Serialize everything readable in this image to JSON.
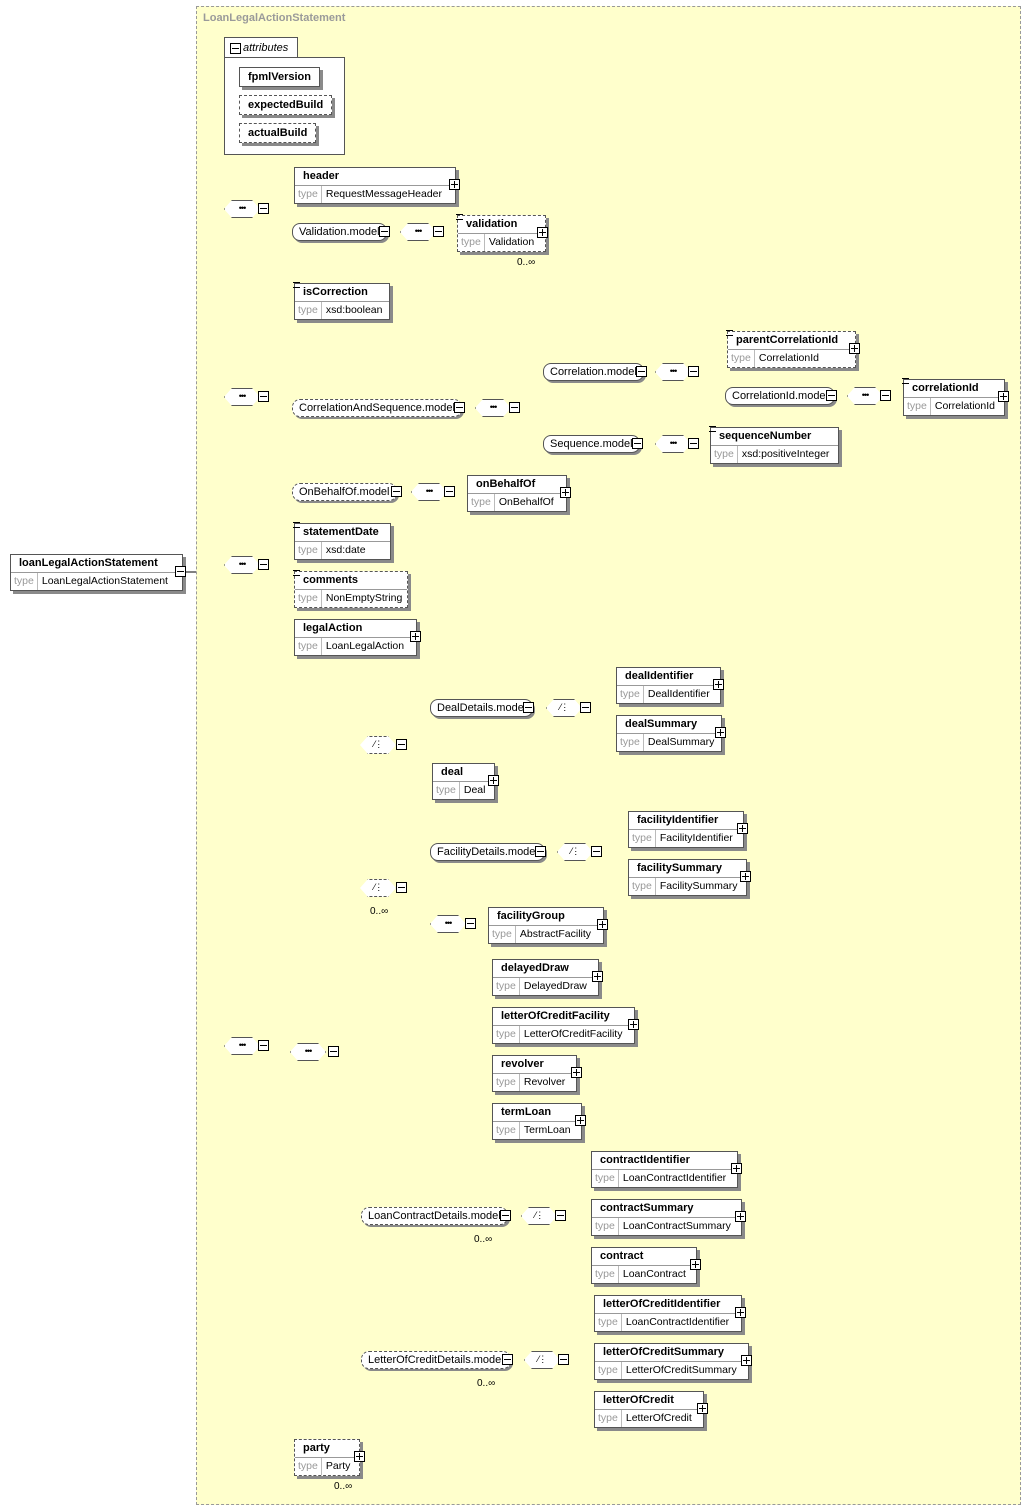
{
  "diagram_title": "LoanLegalActionStatement",
  "type_key": "type",
  "attributes_label": "attributes",
  "root": {
    "name": "loanLegalActionStatement",
    "type": "LoanLegalActionStatement"
  },
  "attributes": [
    {
      "name": "fpmlVersion",
      "optional": false
    },
    {
      "name": "expectedBuild",
      "optional": true
    },
    {
      "name": "actualBuild",
      "optional": true
    }
  ],
  "elements": {
    "header": {
      "name": "header",
      "type": "RequestMessageHeader"
    },
    "validation": {
      "name": "validation",
      "type": "Validation",
      "cardinality": "0..∞"
    },
    "isCorrection": {
      "name": "isCorrection",
      "type": "xsd:boolean"
    },
    "parentCorrelationId": {
      "name": "parentCorrelationId",
      "type": "CorrelationId"
    },
    "correlationId": {
      "name": "correlationId",
      "type": "CorrelationId"
    },
    "sequenceNumber": {
      "name": "sequenceNumber",
      "type": "xsd:positiveInteger"
    },
    "onBehalfOf": {
      "name": "onBehalfOf",
      "type": "OnBehalfOf"
    },
    "statementDate": {
      "name": "statementDate",
      "type": "xsd:date"
    },
    "comments": {
      "name": "comments",
      "type": "NonEmptyString"
    },
    "legalAction": {
      "name": "legalAction",
      "type": "LoanLegalAction"
    },
    "dealIdentifier": {
      "name": "dealIdentifier",
      "type": "DealIdentifier"
    },
    "dealSummary": {
      "name": "dealSummary",
      "type": "DealSummary"
    },
    "deal": {
      "name": "deal",
      "type": "Deal"
    },
    "facilityIdentifier": {
      "name": "facilityIdentifier",
      "type": "FacilityIdentifier"
    },
    "facilitySummary": {
      "name": "facilitySummary",
      "type": "FacilitySummary"
    },
    "facilityGroup": {
      "name": "facilityGroup",
      "type": "AbstractFacility"
    },
    "delayedDraw": {
      "name": "delayedDraw",
      "type": "DelayedDraw"
    },
    "letterOfCreditFacility": {
      "name": "letterOfCreditFacility",
      "type": "LetterOfCreditFacility"
    },
    "revolver": {
      "name": "revolver",
      "type": "Revolver"
    },
    "termLoan": {
      "name": "termLoan",
      "type": "TermLoan"
    },
    "contractIdentifier": {
      "name": "contractIdentifier",
      "type": "LoanContractIdentifier"
    },
    "contractSummary": {
      "name": "contractSummary",
      "type": "LoanContractSummary"
    },
    "contract": {
      "name": "contract",
      "type": "LoanContract"
    },
    "letterOfCreditIdentifier": {
      "name": "letterOfCreditIdentifier",
      "type": "LoanContractIdentifier"
    },
    "letterOfCreditSummary": {
      "name": "letterOfCreditSummary",
      "type": "LetterOfCreditSummary"
    },
    "letterOfCredit": {
      "name": "letterOfCredit",
      "type": "LetterOfCredit"
    },
    "party": {
      "name": "party",
      "type": "Party",
      "cardinality": "0..∞"
    }
  },
  "groups": {
    "validation_model": "Validation.model",
    "correlation_and_sequence_model": "CorrelationAndSequence.model",
    "correlation_model": "Correlation.model",
    "correlation_id_model": "CorrelationId.model",
    "sequence_model": "Sequence.model",
    "on_behalf_of_model": "OnBehalfOf.model",
    "deal_details_model": "DealDetails.model",
    "facility_details_model": "FacilityDetails.model",
    "loan_contract_details_model": "LoanContractDetails.model",
    "letter_of_credit_details_model": "LetterOfCreditDetails.model"
  },
  "cardinalities": {
    "facility_choice": "0..∞",
    "loan_contract_details": "0..∞",
    "letter_of_credit_details": "0..∞"
  }
}
